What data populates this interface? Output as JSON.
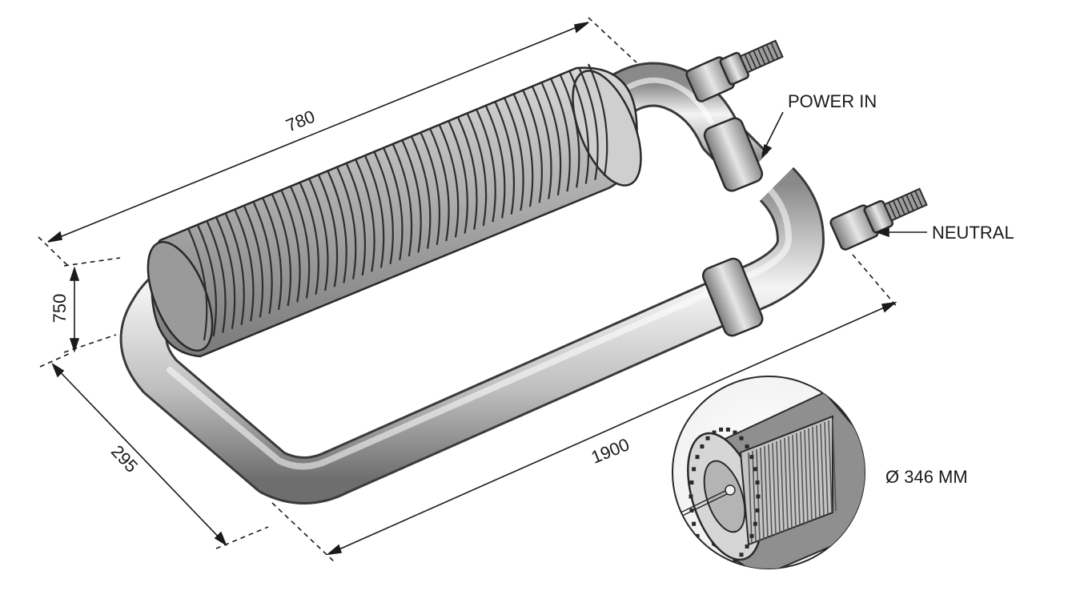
{
  "dimensions": {
    "top_length": "780",
    "height": "750",
    "depth": "295",
    "bottom_length": "1900"
  },
  "labels": {
    "power_in": "POWER IN",
    "neutral": "NEUTRAL",
    "diameter": "Ø 346 MM"
  },
  "colors": {
    "ink": "#1a1a1a",
    "metal_light": "#f2f2f2",
    "metal_mid": "#bdbdbd",
    "metal_dark": "#6e6e6e"
  }
}
